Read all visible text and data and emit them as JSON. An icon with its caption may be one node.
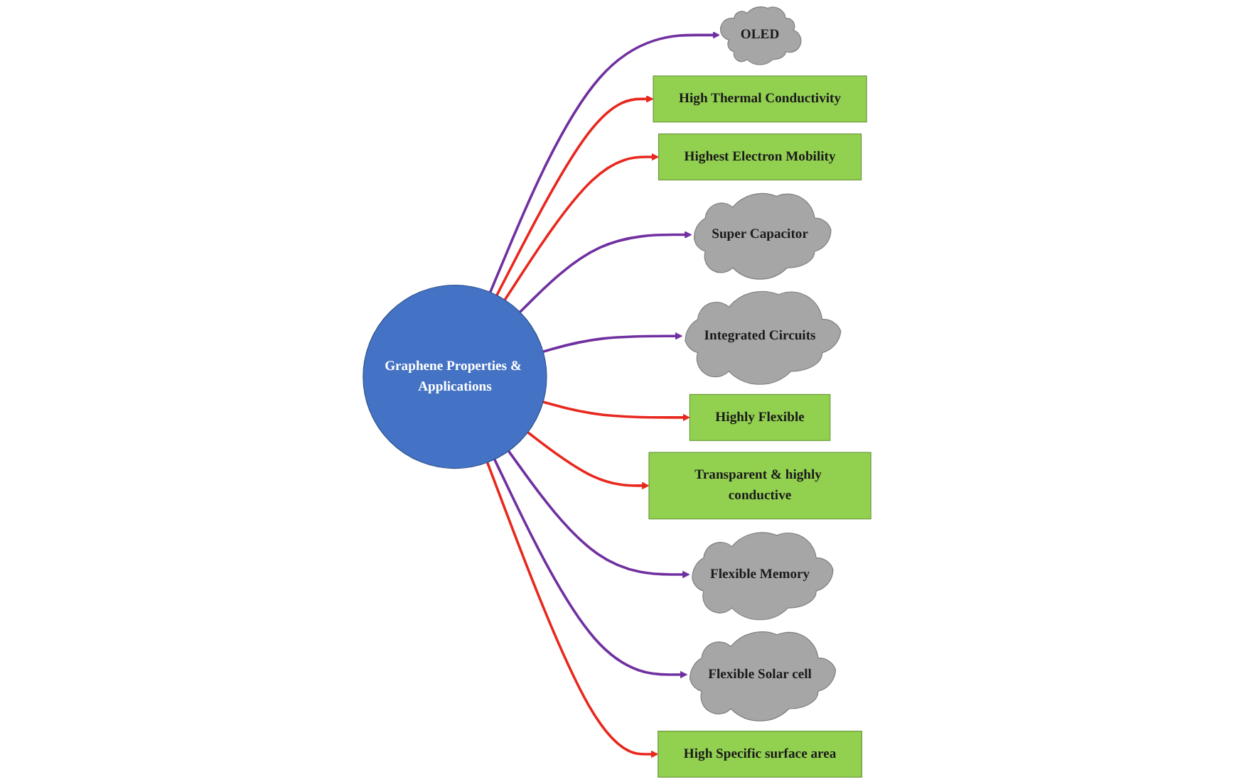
{
  "diagram": {
    "nodes": [
      {
        "text": [
          "Graphene Properties & Applications"
        ]
      },
      {
        "text": [
          "OLED"
        ]
      },
      {
        "text": [
          "High Thermal Conductivity"
        ]
      },
      {
        "text": [
          "Highest Electron Mobility"
        ]
      },
      {
        "text": [
          "Super Capacitor"
        ]
      },
      {
        "text": [
          "Integrated Circuits"
        ]
      },
      {
        "text": [
          "Highly Flexible"
        ]
      },
      {
        "text": [
          "Transparent & highly conductive"
        ]
      },
      {
        "text": [
          "Flexible Memory"
        ]
      },
      {
        "text": [
          "Flexible Solar cell"
        ]
      },
      {
        "text": [
          "High Specific surface area"
        ]
      }
    ],
    "edges": [
      {
        "from": 0,
        "to": 1,
        "arrow": "to",
        "color": "#7030a0"
      },
      {
        "from": 0,
        "to": 2,
        "arrow": "to",
        "color": "#e8281e"
      },
      {
        "from": 0,
        "to": 3,
        "arrow": "to",
        "color": "#e8281e"
      },
      {
        "from": 0,
        "to": 4,
        "arrow": "to",
        "color": "#7030a0"
      },
      {
        "from": 0,
        "to": 5,
        "arrow": "to",
        "color": "#7030a0"
      },
      {
        "from": 0,
        "to": 6,
        "arrow": "to",
        "color": "#e8281e"
      },
      {
        "from": 0,
        "to": 7,
        "arrow": "to",
        "color": "#e8281e"
      },
      {
        "from": 0,
        "to": 8,
        "arrow": "to",
        "color": "#7030a0"
      },
      {
        "from": 0,
        "to": 9,
        "arrow": "to",
        "color": "#7030a0"
      },
      {
        "from": 0,
        "to": 10,
        "arrow": "to",
        "color": "#e8281e"
      }
    ]
  }
}
